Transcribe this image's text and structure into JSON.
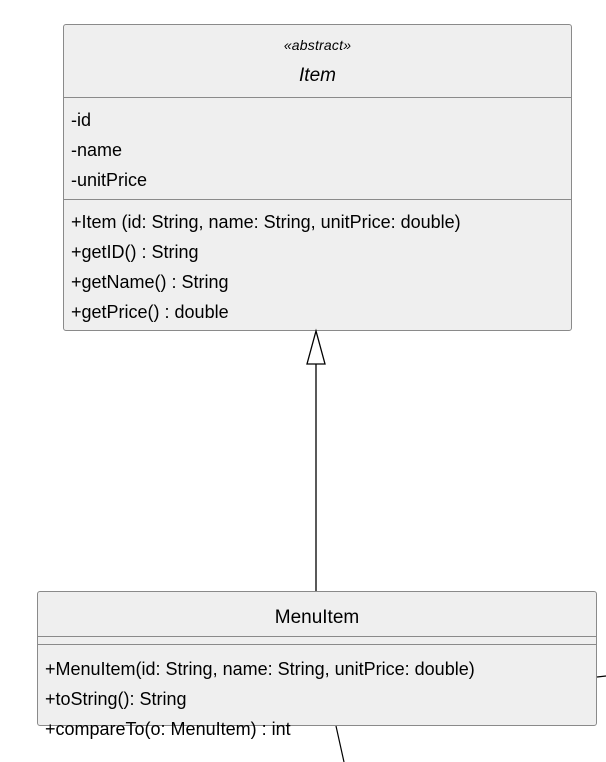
{
  "item_class": {
    "stereotype": "«abstract»",
    "name": "Item",
    "attributes": [
      "-id",
      "-name",
      "-unitPrice"
    ],
    "operations": [
      "+Item (id: String, name: String, unitPrice: double)",
      "+getID() : String",
      "+getName() : String",
      "+getPrice() : double"
    ]
  },
  "menuitem_class": {
    "name": "MenuItem",
    "attributes": [],
    "operations": [
      "+MenuItem(id: String, name: String, unitPrice: double)",
      "+toString(): String",
      "+compareTo(o: MenuItem) : int"
    ]
  },
  "relationships": [
    {
      "type": "generalization",
      "from": "MenuItem",
      "to": "Item"
    }
  ],
  "colors": {
    "class_fill": "#efefef",
    "border": "#8a8a8a",
    "line": "#000000"
  }
}
